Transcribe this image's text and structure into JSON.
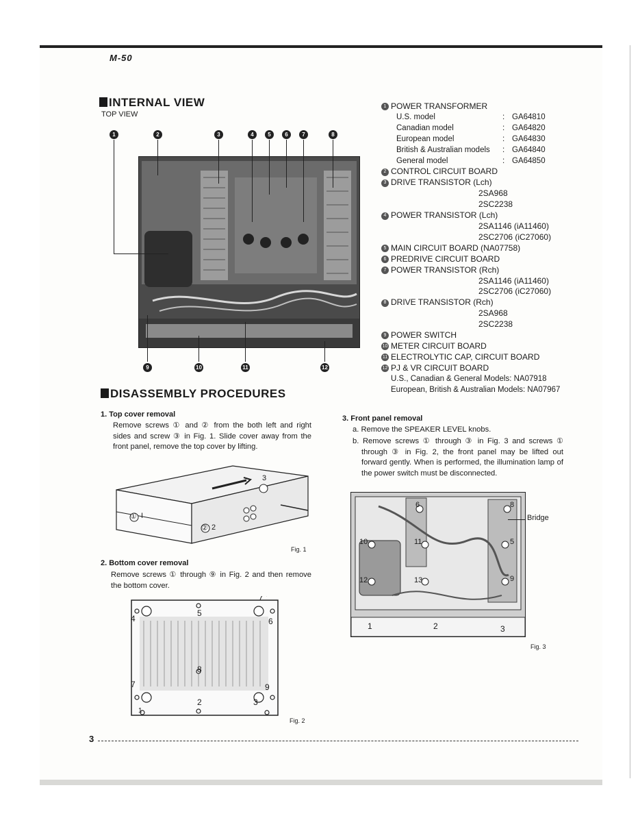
{
  "header": {
    "model": "M-50"
  },
  "internal_view": {
    "title": "INTERNAL VIEW",
    "subtitle": "TOP VIEW",
    "top_callouts": [
      "1",
      "2",
      "3",
      "4",
      "5",
      "6",
      "7",
      "8"
    ],
    "bottom_callouts": [
      "9",
      "10",
      "11",
      "12"
    ]
  },
  "legend": {
    "power_transformer": "POWER TRANSFORMER",
    "models": [
      {
        "name": "U.S. model",
        "colon": ":",
        "part": "GA64810"
      },
      {
        "name": "Canadian model",
        "colon": ":",
        "part": "GA64820"
      },
      {
        "name": "European model",
        "colon": ":",
        "part": "GA64830"
      },
      {
        "name": "British & Australian models",
        "colon": ":",
        "part": "GA64840"
      },
      {
        "name": "General model",
        "colon": ":",
        "part": "GA64850"
      }
    ],
    "control_board": "CONTROL CIRCUIT BOARD",
    "drive_lch": "DRIVE TRANSISTOR (Lch)",
    "drive_lch_parts": [
      "2SA968",
      "2SC2238"
    ],
    "power_lch": "POWER TRANSISTOR (Lch)",
    "power_lch_parts": [
      "2SA1146 (iA11460)",
      "2SC2706 (iC27060)"
    ],
    "main_board": "MAIN CIRCUIT BOARD (NA07758)",
    "predrive_board": "PREDRIVE CIRCUIT BOARD",
    "power_rch": "POWER TRANSISTOR (Rch)",
    "power_rch_parts": [
      "2SA1146 (iA11460)",
      "2SC2706 (iC27060)"
    ],
    "drive_rch": "DRIVE TRANSISTOR (Rch)",
    "drive_rch_parts": [
      "2SA968",
      "2SC2238"
    ],
    "power_switch": "POWER SWITCH",
    "meter_board": "METER CIRCUIT BOARD",
    "electrolytic": "ELECTROLYTIC CAP, CIRCUIT BOARD",
    "pj_vr": "PJ & VR CIRCUIT BOARD",
    "pj_vr_lines": [
      "U.S., Canadian & General Models: NA07918",
      "European, British & Australian Models: NA07967"
    ]
  },
  "disassembly": {
    "title": "DISASSEMBLY PROCEDURES",
    "step1_title": "1.  Top cover removal",
    "step1_text": "Remove screws ① and ② from the both left and right sides and screw ③ in Fig. 1. Slide cover away from the front panel, remove the top cover by lifting.",
    "fig1": "Fig. 1",
    "fig1_labels": [
      "3",
      "①",
      "I",
      "②",
      "2"
    ],
    "step2_title": "2.  Bottom cover removal",
    "step2_text": "Remove screws ① through ⑨ in Fig. 2 and then remove the bottom cover.",
    "fig2": "Fig. 2",
    "fig2_labels": [
      "4",
      "5",
      "6",
      "8",
      "7",
      "9",
      "2",
      "3",
      "1"
    ],
    "step3_title": "3.  Front panel removal",
    "step3_a": "a.  Remove the SPEAKER LEVEL knobs.",
    "step3_b": "b.  Remove screws ① through ③ in Fig. 3 and screws ① through ③ in Fig. 2, the front panel may be lifted out forward gently. When is performed, the illumination lamp of the power switch must be disconnected.",
    "fig3": "Fig. 3",
    "fig3_labels": [
      "6",
      "8",
      "10",
      "11",
      "5",
      "12",
      "13",
      "9",
      "1",
      "2",
      "3"
    ],
    "fig3_bridge": "Bridge"
  },
  "footer": {
    "page": "3"
  }
}
